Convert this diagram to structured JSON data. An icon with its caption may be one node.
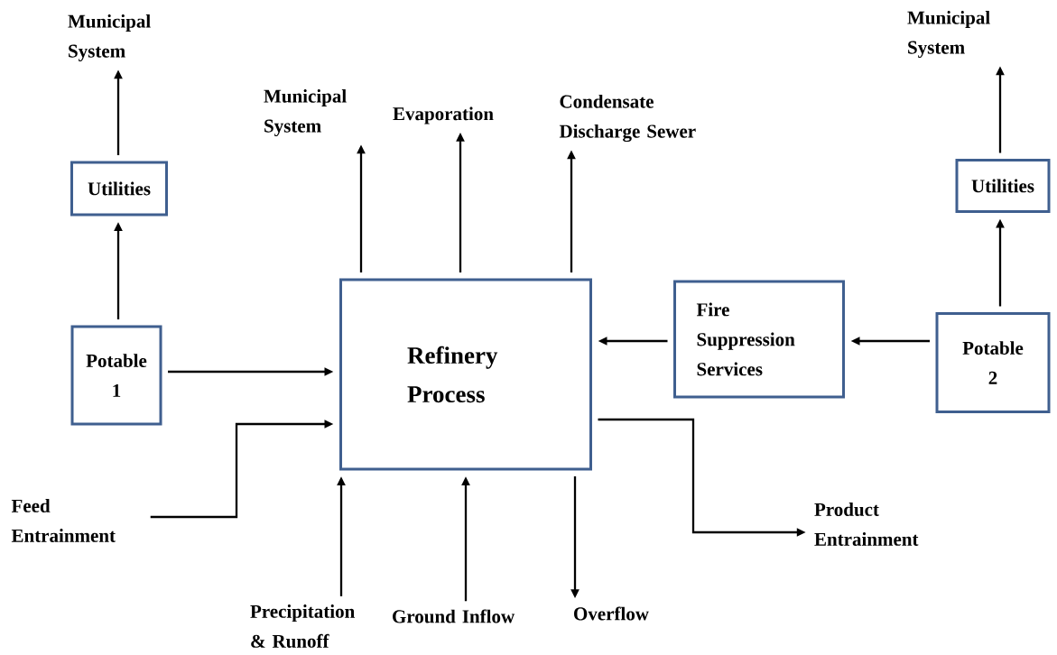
{
  "diagram": {
    "nodes": [
      {
        "text": [
          "Municipal System"
        ]
      },
      {
        "text": [
          "Utilities"
        ]
      },
      {
        "text": [
          "Potable 1"
        ]
      },
      {
        "text": [
          "Refinery Process"
        ]
      },
      {
        "text": [
          "Municipal System"
        ]
      },
      {
        "text": [
          "Evaporation"
        ]
      },
      {
        "text": [
          "Condensate Discharge Sewer"
        ]
      },
      {
        "text": [
          "Fire Suppression Services"
        ]
      },
      {
        "text": [
          "Potable 2"
        ]
      },
      {
        "text": [
          "Utilities"
        ]
      },
      {
        "text": [
          "Municipal System"
        ]
      },
      {
        "text": [
          "Feed Entrainment"
        ]
      },
      {
        "text": [
          "Product Entrainment"
        ]
      },
      {
        "text": [
          "Precipitation & Runoff"
        ]
      },
      {
        "text": [
          "Ground Inflow"
        ]
      },
      {
        "text": [
          "Overflow"
        ]
      }
    ],
    "edges": [
      {
        "from": 1,
        "to": 0,
        "arrow": "to"
      },
      {
        "from": 2,
        "to": 1,
        "arrow": "to"
      },
      {
        "from": 2,
        "to": 3,
        "arrow": "to"
      },
      {
        "from": 11,
        "to": 3,
        "arrow": "to"
      },
      {
        "from": 3,
        "to": 4,
        "arrow": "to"
      },
      {
        "from": 3,
        "to": 5,
        "arrow": "to"
      },
      {
        "from": 3,
        "to": 6,
        "arrow": "to"
      },
      {
        "from": 8,
        "to": 7,
        "arrow": "to"
      },
      {
        "from": 7,
        "to": 3,
        "arrow": "to"
      },
      {
        "from": 8,
        "to": 9,
        "arrow": "to"
      },
      {
        "from": 9,
        "to": 10,
        "arrow": "to"
      },
      {
        "from": 3,
        "to": 12,
        "arrow": "to"
      },
      {
        "from": 13,
        "to": 3,
        "arrow": "to"
      },
      {
        "from": 14,
        "to": 3,
        "arrow": "to"
      },
      {
        "from": 3,
        "to": 15,
        "arrow": "to"
      }
    ]
  }
}
